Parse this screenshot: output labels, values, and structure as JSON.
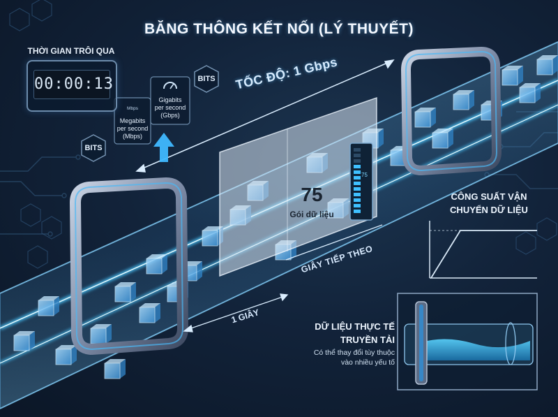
{
  "title": "BĂNG  THÔNG KẾT NỐI (LÝ THUYẾT)",
  "timer": {
    "label": "THỜI GIAN TRÔI QUA",
    "value": "00:00:13"
  },
  "badges": {
    "bits_left": "BITS",
    "bits_right": "BITS"
  },
  "units": {
    "mbps": {
      "small": "Mbps",
      "line1": "Megabits",
      "line2": "per second",
      "line3": "(Mbps)"
    },
    "gbps": {
      "line1": "Gigabits",
      "line2": "per second",
      "line3": "(Gbps)"
    }
  },
  "speed_label": "TỐC ĐỘ: 1 Gbps",
  "packet": {
    "count": "75",
    "label": "Gói dữ liệu",
    "gauge_value": "75"
  },
  "segments": {
    "next_second": "GIÂY TIẾP THEO",
    "one_second": "1 GIÂY"
  },
  "capacity_panel": {
    "line1": "CÔNG SUẤT VẬN",
    "line2": "CHUYỂN DỮ LIỆU"
  },
  "real_panel": {
    "line1": "DỮ LIỆU THỰC TẾ",
    "line2": "TRUYỀN TẢI",
    "sub1": "Có thể thay đổi tùy thuộc",
    "sub2": "vào nhiều yếu tố"
  },
  "colors": {
    "accent": "#3fb8ff",
    "background": "#12233a",
    "cube": "#5fb8ff"
  }
}
